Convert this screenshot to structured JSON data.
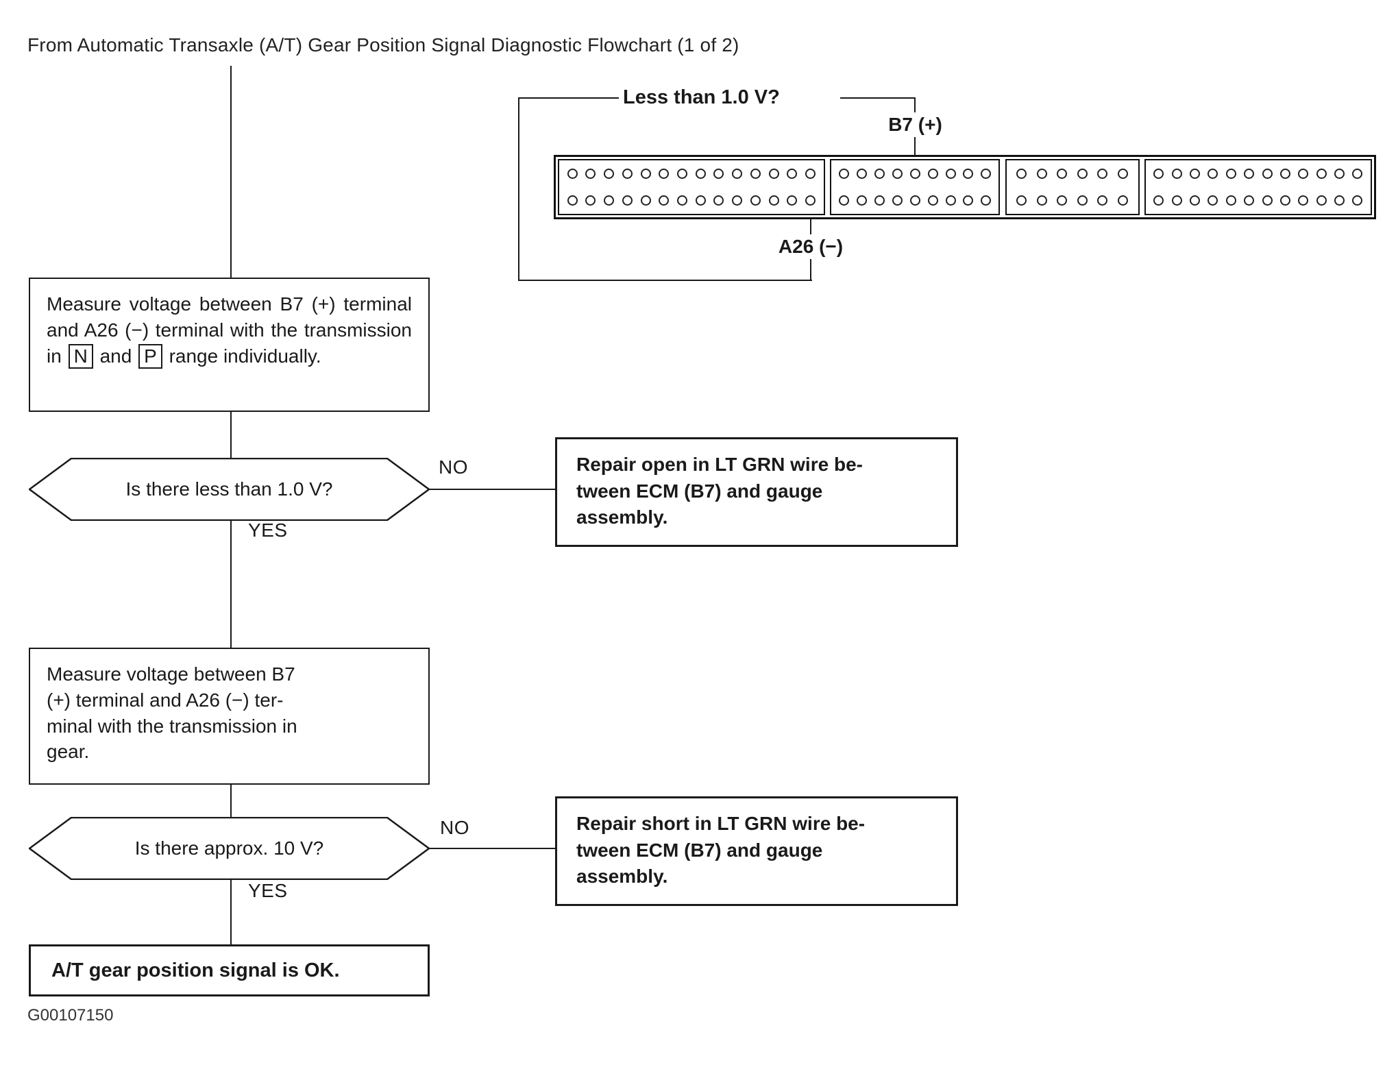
{
  "title": "From Automatic Transaxle (A/T) Gear Position Signal Diagnostic Flowchart (1 of 2)",
  "figure_code": "G00107150",
  "connector": {
    "probe_question": "Less than 1.0 V?",
    "pin_positive": "B7 (+)",
    "pin_negative": "A26 (−)",
    "blocks": [
      {
        "pins_per_row": 14
      },
      {
        "pins_per_row": 9
      },
      {
        "pins_per_row": 6
      },
      {
        "pins_per_row": 12
      }
    ]
  },
  "flowchart": {
    "step1": {
      "part1": "Measure voltage between B7 (+) terminal and A26 (−) terminal with the transmission in",
      "boxed_n": "N",
      "part2": "and",
      "boxed_p": "P",
      "part3": "range individually."
    },
    "decision1": {
      "question": "Is there less than 1.0 V?",
      "no_label": "NO",
      "yes_label": "YES"
    },
    "repair1": {
      "lines": [
        "Repair open in LT GRN wire be-",
        "tween ECM (B7) and gauge",
        "assembly."
      ]
    },
    "step2": {
      "lines": [
        "Measure  voltage  between  B7",
        "(+) terminal and A26 (−) ter-",
        "minal with the transmission in",
        "gear."
      ]
    },
    "decision2": {
      "question": "Is there approx. 10 V?",
      "no_label": "NO",
      "yes_label": "YES"
    },
    "repair2": {
      "lines": [
        "Repair short in LT GRN wire be-",
        "tween ECM (B7) and gauge",
        "assembly."
      ]
    },
    "result": {
      "text": "A/T gear position signal is OK."
    }
  }
}
